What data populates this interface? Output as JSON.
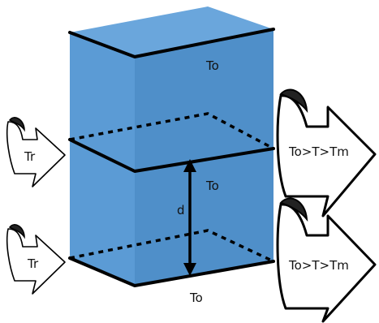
{
  "colors": {
    "block_front": "#5b9bd5",
    "block_side": "#4f8fc9",
    "block_top": "#6aa6dc",
    "edge": "#000000",
    "background": "#ffffff"
  },
  "labels": {
    "top_face": "To",
    "middle_face": "To",
    "bottom_face": "To",
    "distance": "d",
    "inlet_upper": "Tr",
    "inlet_lower": "Tr",
    "outlet_upper": "To>T>Tm",
    "outlet_lower": "To>T>Tm"
  },
  "icons": {
    "inlet_arrow": "curved-arrow-in-icon",
    "outlet_arrow": "curved-arrow-out-icon",
    "distance_arrow": "double-arrow-icon"
  }
}
